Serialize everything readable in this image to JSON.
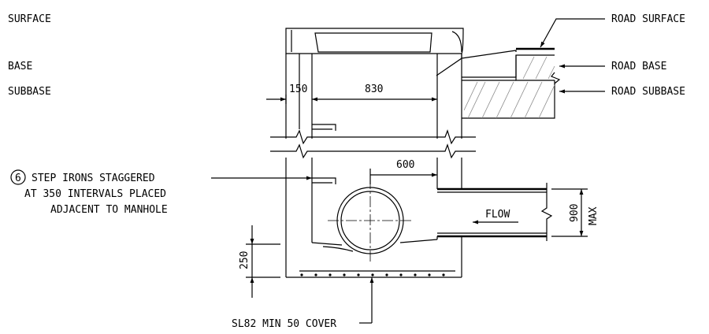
{
  "labels": {
    "left_surface": "SURFACE",
    "left_base": "BASE",
    "left_subbase": "SUBBASE",
    "road_surface": "ROAD SURFACE",
    "road_base": "ROAD BASE",
    "road_subbase": "ROAD SUBBASE",
    "step_marker": "6",
    "step_line1": "STEP IRONS STAGGERED",
    "step_line2": "AT 350 INTERVALS PLACED",
    "step_line3": "ADJACENT TO MANHOLE",
    "flow": "FLOW",
    "rebar_note": "SL82 MIN 50 COVER"
  },
  "dimensions": {
    "wall": "150",
    "opening": "830",
    "pipe_offset": "600",
    "base_thickness": "250",
    "pipe_height": "900",
    "pipe_height_note": "MAX"
  }
}
